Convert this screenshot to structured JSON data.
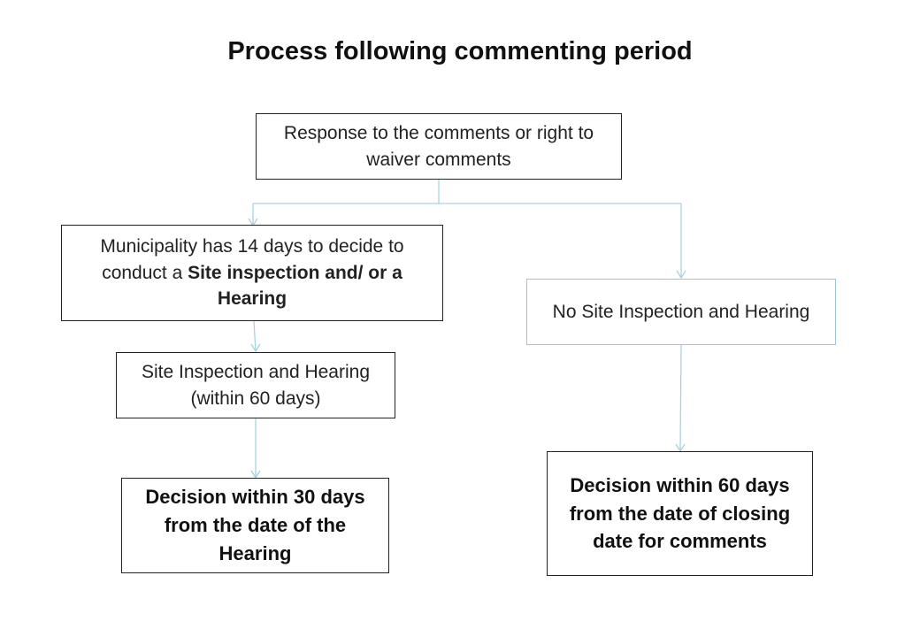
{
  "title": "Process following commenting period",
  "nodes": {
    "response": {
      "text": "Response to the comments or right to  waiver comments"
    },
    "municipality": {
      "text_before": "Municipality has 14 days to decide to conduct a ",
      "text_bold": "Site inspection and/ or a Hearing"
    },
    "no_inspection": {
      "text": "No Site Inspection and Hearing"
    },
    "site_inspection": {
      "text": "Site Inspection and Hearing (within 60 days)"
    },
    "decision_30": {
      "text": "Decision within 30 days from the date of the Hearing"
    },
    "decision_60": {
      "text": "Decision within 60 days from the date of closing date for comments"
    }
  },
  "colors": {
    "connector": "#a8d2de",
    "border_dark": "#222222",
    "border_light": "#9cc7d6"
  }
}
